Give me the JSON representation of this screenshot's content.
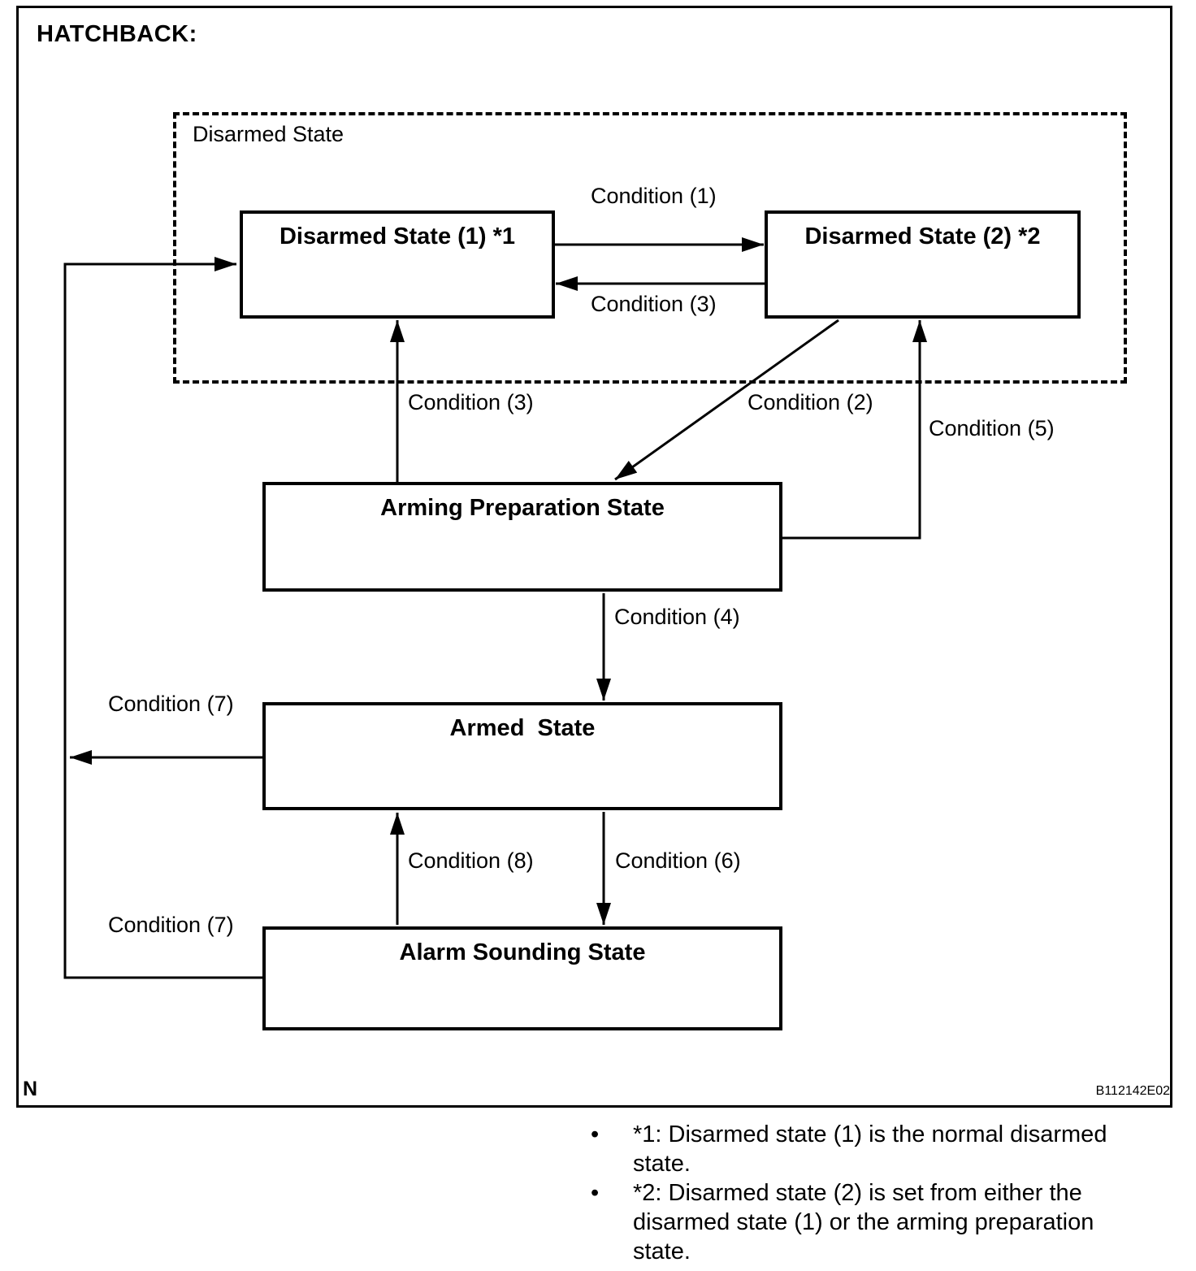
{
  "title": "HATCHBACK:",
  "note_marker": "N",
  "figure_code": "B112142E02",
  "group": {
    "label": "Disarmed State"
  },
  "states": {
    "disarmed1": "Disarmed State (1) *1",
    "disarmed2": "Disarmed State (2) *2",
    "arming": "Arming Preparation State",
    "armed": "Armed  State",
    "alarm": "Alarm Sounding State"
  },
  "transitions": {
    "c1": "Condition (1)",
    "c2": "Condition (2)",
    "c3_between": "Condition (3)",
    "c3_up": "Condition (3)",
    "c4": "Condition (4)",
    "c5": "Condition (5)",
    "c6": "Condition (6)",
    "c7_armed": "Condition (7)",
    "c7_alarm": "Condition (7)",
    "c8": "Condition (8)"
  },
  "footnotes": [
    {
      "bullet": "•",
      "lines": [
        "*1: Disarmed state (1) is the normal disarmed",
        "state."
      ]
    },
    {
      "bullet": "•",
      "lines": [
        "*2: Disarmed state (2) is set from either the",
        "disarmed state (1) or the arming preparation",
        "state."
      ]
    }
  ],
  "colors": {
    "line": "#000000",
    "background": "#ffffff"
  }
}
